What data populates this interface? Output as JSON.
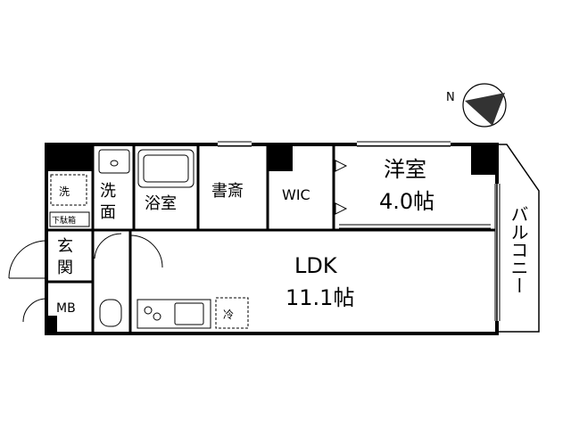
{
  "compass": {
    "north_label": "N"
  },
  "rooms": {
    "washroom_line1": "洗",
    "washroom_line2": "面",
    "bathroom": "浴室",
    "study": "書斎",
    "wic": "WIC",
    "western_room_name": "洋室",
    "western_room_size": "4.0帖",
    "ldk_name": "LDK",
    "ldk_size": "11.1帖",
    "entrance_line1": "玄",
    "entrance_line2": "関",
    "mb": "MB",
    "balcony": "バルコニー"
  },
  "fixtures": {
    "washer_mark": "洗",
    "shoe_box": "下駄箱",
    "fridge_mark": "冷"
  },
  "colors": {
    "wall": "#000000",
    "line": "#000000",
    "compass_fill": "#333333",
    "background": "#ffffff"
  }
}
